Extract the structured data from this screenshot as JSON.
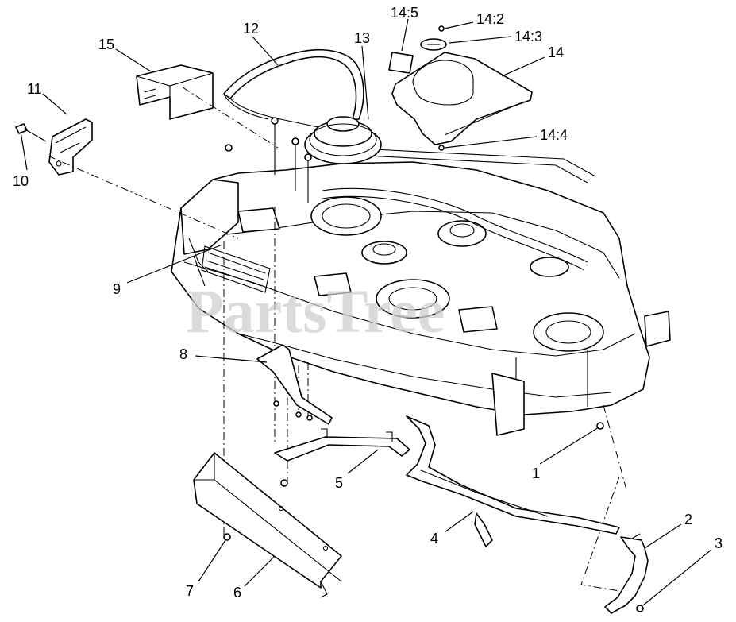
{
  "watermark": "PartsTree",
  "callouts": [
    {
      "id": "c1",
      "label": "1"
    },
    {
      "id": "c2",
      "label": "2"
    },
    {
      "id": "c3",
      "label": "3"
    },
    {
      "id": "c4",
      "label": "4"
    },
    {
      "id": "c5",
      "label": "5"
    },
    {
      "id": "c6",
      "label": "6"
    },
    {
      "id": "c7",
      "label": "7"
    },
    {
      "id": "c8",
      "label": "8"
    },
    {
      "id": "c9",
      "label": "9"
    },
    {
      "id": "c10",
      "label": "10"
    },
    {
      "id": "c11",
      "label": "11"
    },
    {
      "id": "c12",
      "label": "12"
    },
    {
      "id": "c13",
      "label": "13"
    },
    {
      "id": "c14",
      "label": "14"
    },
    {
      "id": "c14_2",
      "label": "14:2"
    },
    {
      "id": "c14_3",
      "label": "14:3"
    },
    {
      "id": "c14_4",
      "label": "14:4"
    },
    {
      "id": "c14_5",
      "label": "14:5"
    },
    {
      "id": "c15",
      "label": "15"
    }
  ]
}
